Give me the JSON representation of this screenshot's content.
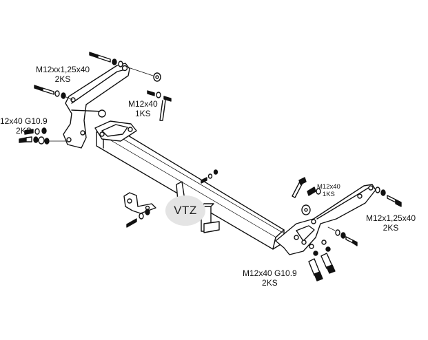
{
  "logo_text": "VTZ",
  "labels": [
    {
      "id": "top-left-bolt",
      "spec": "M12xx1,25x40",
      "qty": "2KS"
    },
    {
      "id": "top-center-bolt",
      "spec": "M12x40",
      "qty": "1KS"
    },
    {
      "id": "left-bolt",
      "spec": "12x40 G10.9",
      "qty": "2KS"
    },
    {
      "id": "right-small-bolt",
      "spec": "M12x40",
      "qty": "1KS"
    },
    {
      "id": "right-bolt",
      "spec": "M12x1,25x40",
      "qty": "2KS"
    },
    {
      "id": "bottom-bolt",
      "spec": "M12x40 G10.9",
      "qty": "2KS"
    }
  ]
}
